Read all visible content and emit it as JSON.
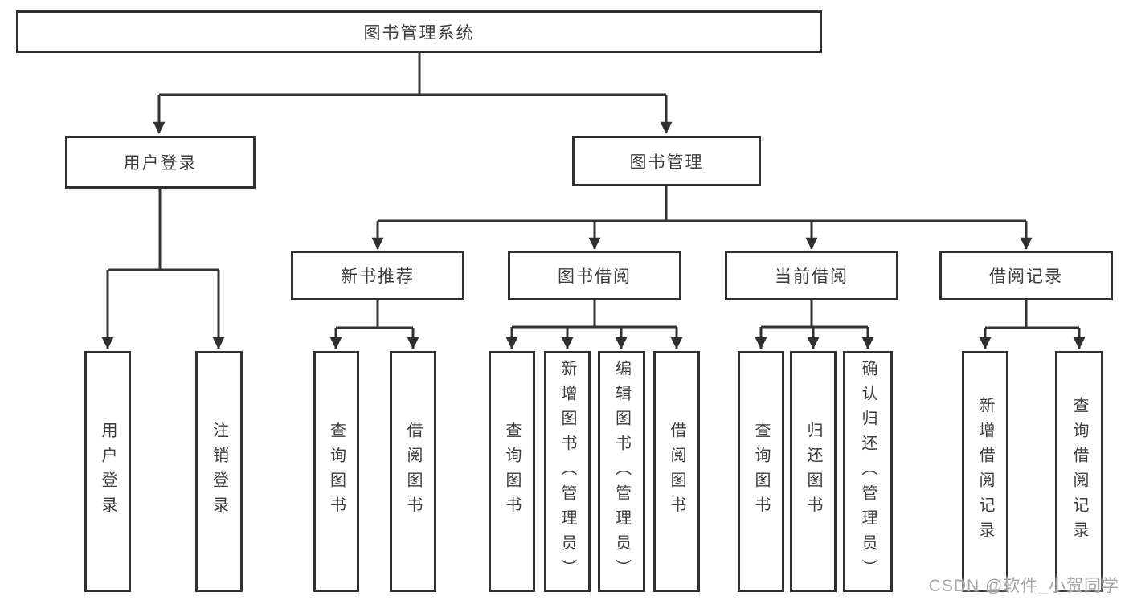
{
  "colors": {
    "background": "#ffffff",
    "line": "#333333",
    "box_border": "#2f2f2f",
    "text": "#3d3d3d",
    "watermark": "#a7a7a7"
  },
  "tree": {
    "root": {
      "label": "图书管理系统"
    },
    "user_login": {
      "label": "用户登录",
      "children": [
        {
          "label": "用户登录"
        },
        {
          "label": "注销登录"
        }
      ]
    },
    "book_management": {
      "label": "图书管理"
    },
    "new_book_recommend": {
      "label": "新书推荐",
      "children": [
        {
          "label": "查询图书"
        },
        {
          "label": "借阅图书"
        }
      ]
    },
    "book_borrowing": {
      "label": "图书借阅",
      "children": [
        {
          "label": "查询图书"
        },
        {
          "label": "新增图书（管理员）"
        },
        {
          "label": "编辑图书（管理员）"
        },
        {
          "label": "借阅图书"
        }
      ]
    },
    "current_borrowing": {
      "label": "当前借阅",
      "children": [
        {
          "label": "查询图书"
        },
        {
          "label": "归还图书"
        },
        {
          "label": "确认归还（管理员）"
        }
      ]
    },
    "borrowing_records": {
      "label": "借阅记录",
      "children": [
        {
          "label": "新增借阅记录"
        },
        {
          "label": "查询借阅记录"
        }
      ]
    }
  },
  "watermark": {
    "text": "CSDN @软件_小贺同学"
  }
}
